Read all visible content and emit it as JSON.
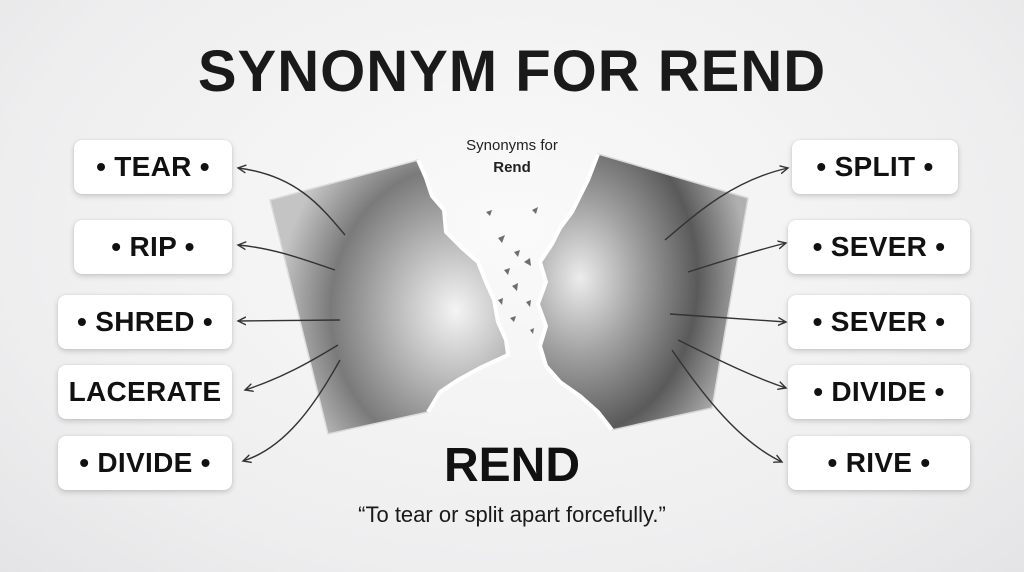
{
  "title": "SYNONYM FOR REND",
  "caption": {
    "line1": "Synonyms for",
    "line2": "Rend"
  },
  "left_synonyms": [
    {
      "label": "• TEAR •"
    },
    {
      "label": "• RIP •"
    },
    {
      "label": "• SHRED •"
    },
    {
      "label": "LACERATE"
    },
    {
      "label": "• DIVIDE •"
    }
  ],
  "right_synonyms": [
    {
      "label": "• SPLIT •"
    },
    {
      "label": "• SEVER •"
    },
    {
      "label": "• SEVER •"
    },
    {
      "label": "• DIVIDE •"
    },
    {
      "label": "• RIVE •"
    }
  ],
  "word": "REND",
  "definition": "“To tear or split apart forcefully.”",
  "colors": {
    "text": "#161616",
    "arrow": "#333333",
    "tag_bg": "#ffffff"
  }
}
